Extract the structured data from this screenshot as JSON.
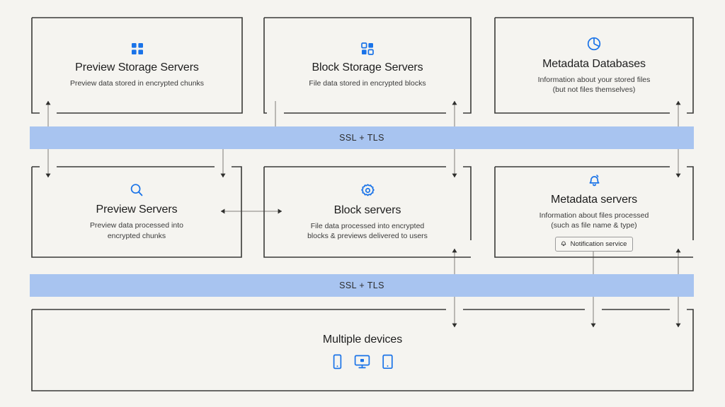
{
  "diagram": {
    "background": "#f5f4f0",
    "band_color": "#a8c4f0",
    "icon_color": "#1a73e8",
    "line_color": "#3a3a38"
  },
  "bands": [
    {
      "label": "SSL + TLS"
    },
    {
      "label": "SSL + TLS"
    }
  ],
  "nodes": [
    {
      "id": "preview-storage-servers",
      "icon": "grid-squares-icon",
      "title": "Preview Storage Servers",
      "sub": [
        "Preview data stored in encrypted chunks"
      ]
    },
    {
      "id": "block-storage-servers",
      "icon": "grid-dots-icon",
      "title": "Block Storage Servers",
      "sub": [
        "File data stored in encrypted blocks"
      ]
    },
    {
      "id": "metadata-databases",
      "icon": "pie-chart-icon",
      "title": "Metadata Databases",
      "sub": [
        "Information about your stored files",
        "(but not files themselves)"
      ]
    },
    {
      "id": "preview-servers",
      "icon": "magnifier-icon",
      "title": "Preview Servers",
      "sub": [
        "Preview data processed into",
        "encrypted chunks"
      ]
    },
    {
      "id": "block-servers",
      "icon": "gear-icon",
      "title": "Block servers",
      "sub": [
        "File data processed into encrypted",
        "blocks & previews delivered to users"
      ]
    },
    {
      "id": "metadata-servers",
      "icon": "bell-icon",
      "title": "Metadata servers",
      "sub": [
        "Information about files processed",
        "(such as file name & type)"
      ],
      "badge": {
        "icon": "bell-icon",
        "label": "Notification service"
      }
    },
    {
      "id": "multiple-devices",
      "title": "Multiple devices",
      "devices": [
        "phone-icon",
        "desktop-monitor-icon",
        "tablet-icon"
      ]
    }
  ]
}
